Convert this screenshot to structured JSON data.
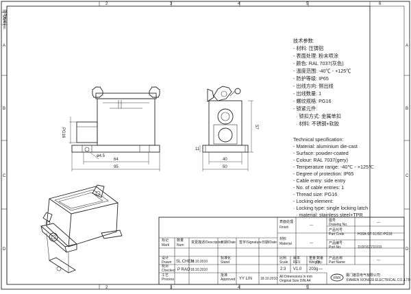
{
  "margin": {
    "l1": "图号/Drw",
    "l2": "Qty/Desc"
  },
  "grid": {
    "c2": "2",
    "c3": "3",
    "c4": "4",
    "c5": "5",
    "c6": "6",
    "ra": "A",
    "rb": "B",
    "rc": "C",
    "rd": "D"
  },
  "drawing": {
    "dim_thread": "PG16",
    "dim_hole": "ø4.5",
    "dim_64": "64",
    "dim_95": "95",
    "dim_57": "57",
    "dim_11": "11",
    "dim_40": "40",
    "dim_50": "50"
  },
  "spec_cn": [
    "技术参数:",
    "- 材料: 压铸铝",
    "- 表面处理: 粉末喷涂",
    "- 颜色: RAL 7037(灰色)",
    "- 温度范围: -40℃ - +125℃",
    "- 防护等级: IP65",
    "- 出线方向: 侧出线",
    "- 出线数量: 1",
    "- 螺纹规格: PG16",
    "- 锁紧元件:",
    "· 锁扣方式: 金属单扣",
    "· 材料: 不锈钢+软胶"
  ],
  "spec_en": [
    "Technical specification:",
    "- Material: aluminium die-cast",
    "- Surface: powder-coated",
    "- Colour: RAL 7037(gery)",
    "- Temperature range:  -40℃ - +125℃",
    "- Degree of protection: IP65",
    "- Cable entry: side entry",
    "- No. of cable entries: 1",
    "- Thread size: PG16",
    "- Locking element:",
    "· Locking type: single locking latch",
    "· material: stainless steel+TPR"
  ],
  "titleblock": {
    "finish_cn": "表面处理",
    "finish_en": "Finish",
    "finish_value": "—",
    "drawno_cn": "图号",
    "drawno_en": "Drawing No.",
    "drawno_value": "—",
    "partcode_cn": "产品代号",
    "partcode_en": "Part Code",
    "partcode_value": "H16A-SF-1L/SC-PG16",
    "material_cn": "材料",
    "material_en": "Material",
    "material_value": "—",
    "portno_cn": "产品编号",
    "portno_en": "Port No.",
    "portno_value": "1100162211010",
    "partname_cn": "产品名称",
    "partname_en": "Part Name",
    "partname_value": "—",
    "scale_cn": "比例",
    "scale_en": "Scale",
    "scale_value": "2:3",
    "rev_cn": "版本",
    "rev_en": "REV.",
    "rev_value": "V1.0",
    "weight_cn": "重量",
    "weight_en": "Weight",
    "weight_value": "203g",
    "qty_cn": "数量",
    "qty_en": "Qty.",
    "qty_value": "—",
    "units_note": "All Dimensions in mm",
    "orig_size_note": "Original Size DIN A4",
    "logo_text": "XWX",
    "company_cn": "厦门雄思电气有限公司",
    "company_en": "XIAMEN XIONGSI ELECTRICAL CO.,LTD"
  },
  "revision": {
    "hdr_mark": "标记",
    "hdr_mark_en": "Mark",
    "hdr_qty": "数量",
    "hdr_qty_en": "Num",
    "hdr_desc": "变更描述/Description",
    "hdr_date": "日期/Date",
    "hdr_sign": "签字/Signature",
    "hdr_date2": "日期/Date",
    "drawn_cn": "设计",
    "drawn_en": "Drawn",
    "drawn_by": "SL CHEN",
    "drawn_date": "18.10.2010",
    "stand_cn": "标准化",
    "stand_en": "Stand",
    "checked_cn": "校对",
    "checked_en": "Checked",
    "checked_by": "P RAO",
    "checked_date": "18.10.2010",
    "process_cn": "工艺",
    "process_en": "Process",
    "approved_cn": "批准",
    "approved_en": "Approved",
    "approved_by": "YY LIN",
    "approved_date": "18.10.2010"
  }
}
